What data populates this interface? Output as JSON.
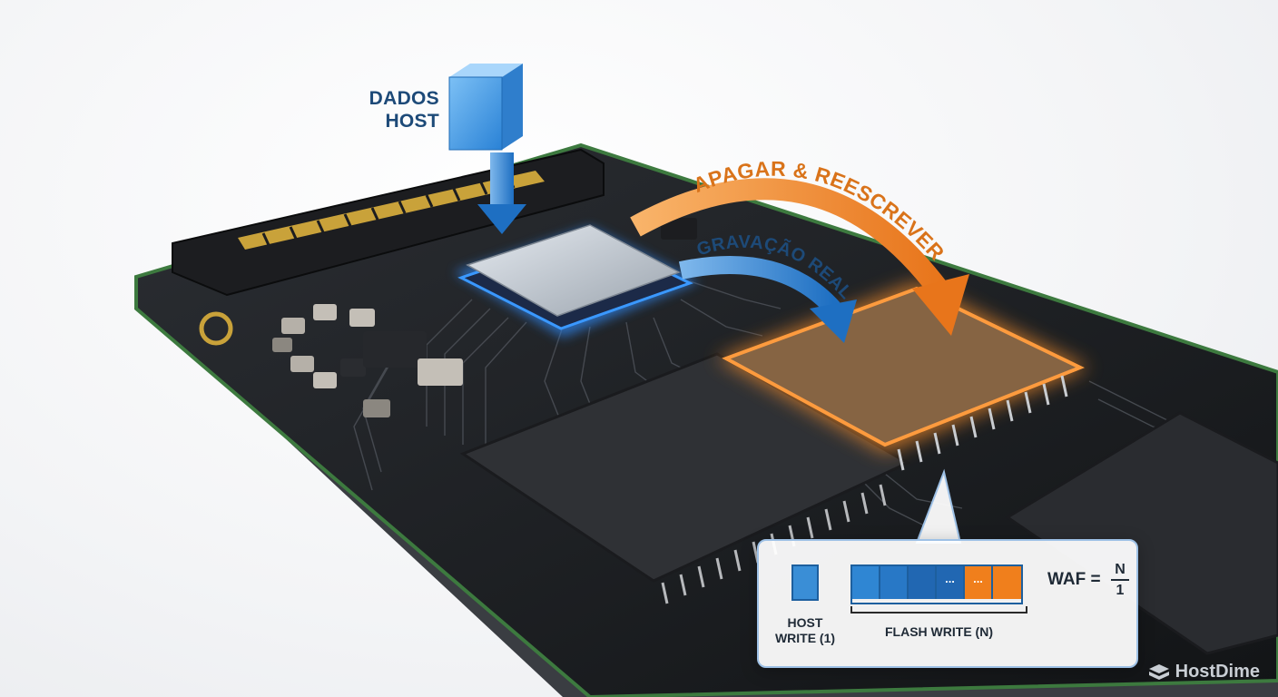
{
  "labels": {
    "dados_host_line1": "DADOS",
    "dados_host_line2": "HOST",
    "apagar_reescrever": "APAGAR & REESCREVER",
    "gravacao_real": "GRAVAÇÃO REAL"
  },
  "waf": {
    "host_write_line1": "HOST",
    "host_write_line2": "WRITE (1)",
    "flash_write": "FLASH WRITE (N)",
    "ellipsis": "...",
    "formula_label": "WAF =",
    "numerator": "N",
    "denominator": "1",
    "flash_cells": [
      "blue",
      "blue",
      "blue",
      "blue-ellipsis",
      "orange-ellipsis",
      "orange"
    ]
  },
  "brand": {
    "name": "HostDime",
    "icon": "hostdime-logo-icon"
  },
  "colors": {
    "blue": "#2f86d3",
    "orange": "#f07f1c",
    "text_dark": "#1d4a78",
    "label_orange": "#d9731a"
  }
}
